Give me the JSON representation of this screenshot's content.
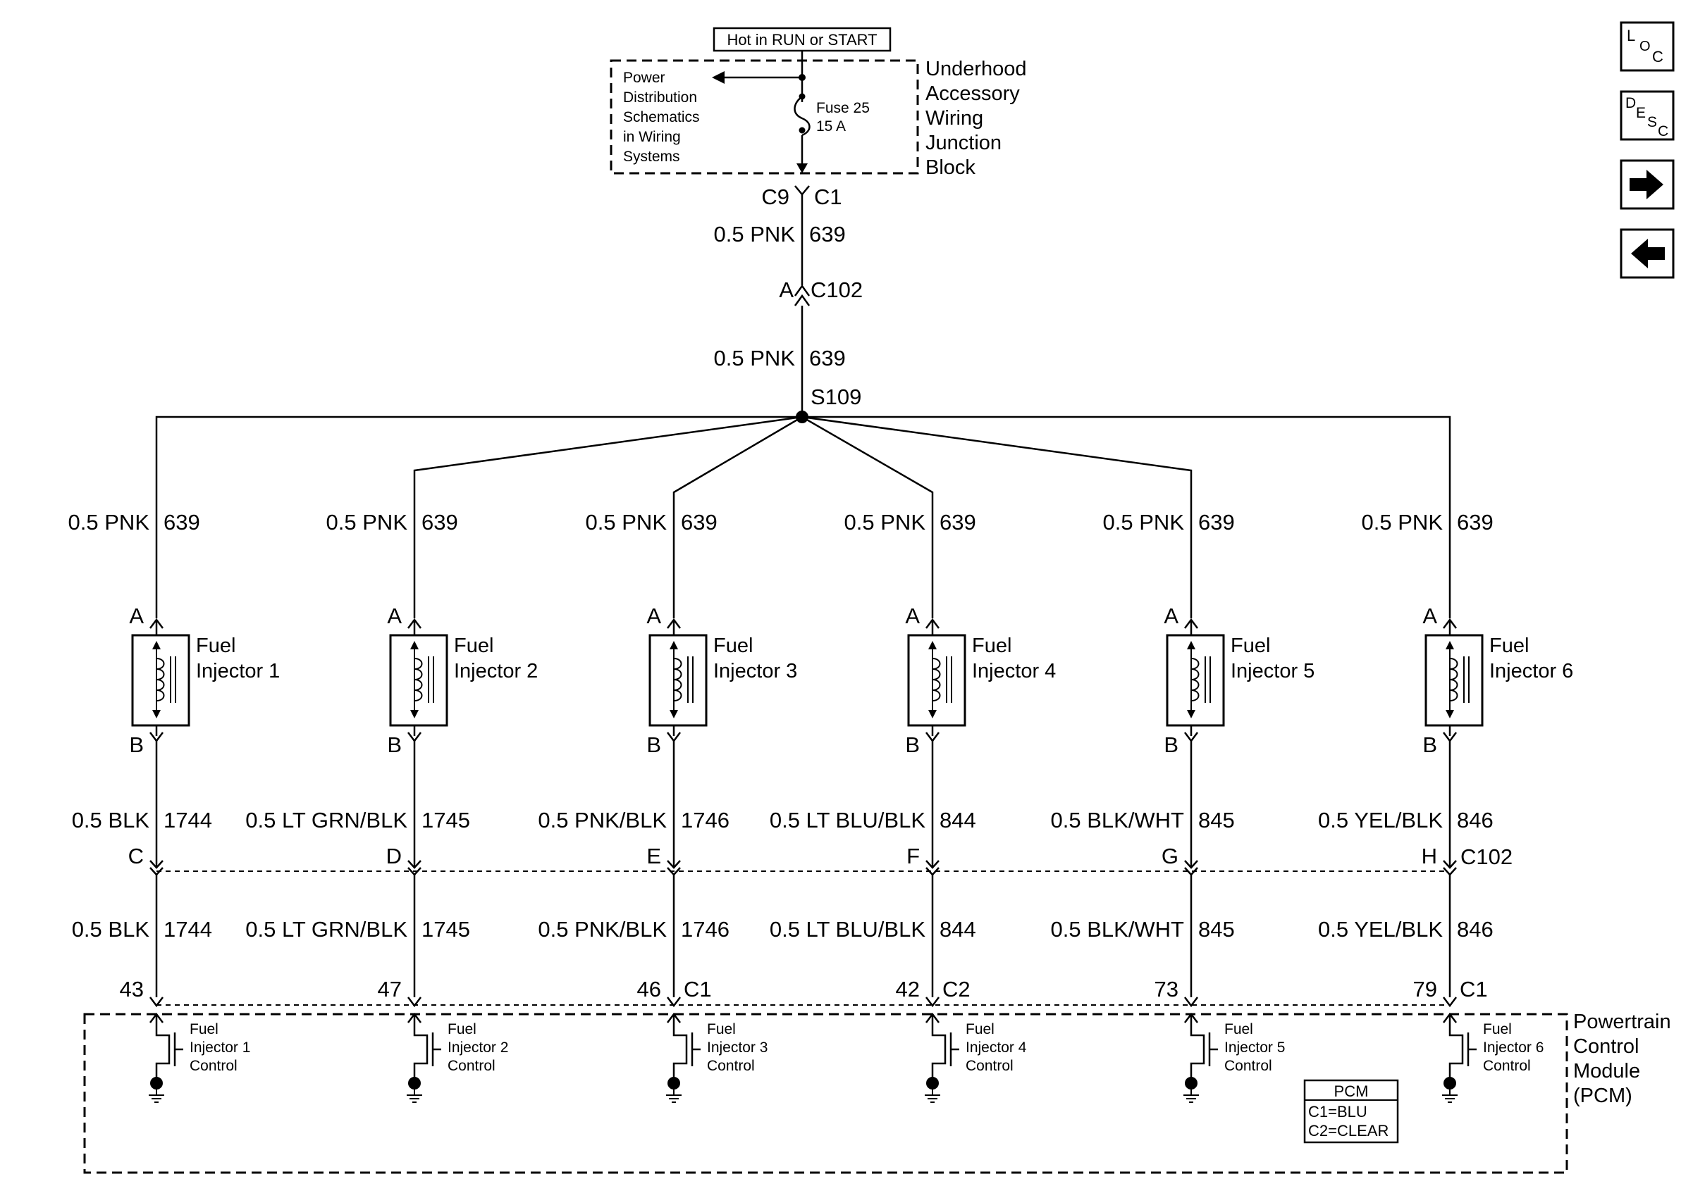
{
  "power_source": {
    "label": "Hot in RUN or START",
    "pds_note": [
      "Power",
      "Distribution",
      "Schematics",
      "in Wiring",
      "Systems"
    ],
    "fuse": [
      "Fuse 25",
      "15 A"
    ],
    "junction_block": [
      "Underhood",
      "Accessory",
      "Wiring",
      "Junction",
      "Block"
    ],
    "conn_left": "C9",
    "conn_right": "C1"
  },
  "feed": {
    "wire1": {
      "color": "0.5 PNK",
      "circuit": "639"
    },
    "c102_pin": "A",
    "c102": "C102",
    "wire2": {
      "color": "0.5 PNK",
      "circuit": "639"
    },
    "splice": "S109"
  },
  "injectors": [
    {
      "top_wire": "0.5 PNK",
      "top_circuit": "639",
      "pin_a": "A",
      "name1": "Fuel",
      "name2": "Injector 1",
      "pin_b": "B",
      "wire_color": "0.5 BLK",
      "circuit": "1744",
      "c102_pin": "C",
      "pcm_pin": "43",
      "pcm_conn": "",
      "ctrl": [
        "Fuel",
        "Injector 1",
        "Control"
      ]
    },
    {
      "top_wire": "0.5 PNK",
      "top_circuit": "639",
      "pin_a": "A",
      "name1": "Fuel",
      "name2": "Injector 2",
      "pin_b": "B",
      "wire_color": "0.5 LT GRN/BLK",
      "circuit": "1745",
      "c102_pin": "D",
      "pcm_pin": "47",
      "pcm_conn": "",
      "ctrl": [
        "Fuel",
        "Injector 2",
        "Control"
      ]
    },
    {
      "top_wire": "0.5 PNK",
      "top_circuit": "639",
      "pin_a": "A",
      "name1": "Fuel",
      "name2": "Injector 3",
      "pin_b": "B",
      "wire_color": "0.5 PNK/BLK",
      "circuit": "1746",
      "c102_pin": "E",
      "pcm_pin": "46",
      "pcm_conn": "C1",
      "ctrl": [
        "Fuel",
        "Injector 3",
        "Control"
      ]
    },
    {
      "top_wire": "0.5 PNK",
      "top_circuit": "639",
      "pin_a": "A",
      "name1": "Fuel",
      "name2": "Injector 4",
      "pin_b": "B",
      "wire_color": "0.5 LT BLU/BLK",
      "circuit": "844",
      "c102_pin": "F",
      "pcm_pin": "42",
      "pcm_conn": "C2",
      "ctrl": [
        "Fuel",
        "Injector 4",
        "Control"
      ]
    },
    {
      "top_wire": "0.5 PNK",
      "top_circuit": "639",
      "pin_a": "A",
      "name1": "Fuel",
      "name2": "Injector 5",
      "pin_b": "B",
      "wire_color": "0.5 BLK/WHT",
      "circuit": "845",
      "c102_pin": "G",
      "pcm_pin": "73",
      "pcm_conn": "",
      "ctrl": [
        "Fuel",
        "Injector 5",
        "Control"
      ]
    },
    {
      "top_wire": "0.5 PNK",
      "top_circuit": "639",
      "pin_a": "A",
      "name1": "Fuel",
      "name2": "Injector 6",
      "pin_b": "B",
      "wire_color": "0.5 YEL/BLK",
      "circuit": "846",
      "c102_pin": "H",
      "pcm_pin": "79",
      "pcm_conn": "C1",
      "ctrl": [
        "Fuel",
        "Injector 6",
        "Control"
      ]
    }
  ],
  "c102_label": "C102",
  "pcm": {
    "name": [
      "Powertrain",
      "Control",
      "Module",
      "(PCM)"
    ],
    "legend_title": "PCM",
    "legend_lines": [
      "C1=BLU",
      "C2=CLEAR"
    ]
  },
  "nav": {
    "loc": {
      "l1": "L",
      "l2": "O",
      "l3": "C"
    },
    "desc": {
      "l1": "D",
      "l2": "E",
      "l3": "S",
      "l4": "C"
    },
    "forward_icon": "arrow-right-icon",
    "back_icon": "arrow-left-icon"
  }
}
